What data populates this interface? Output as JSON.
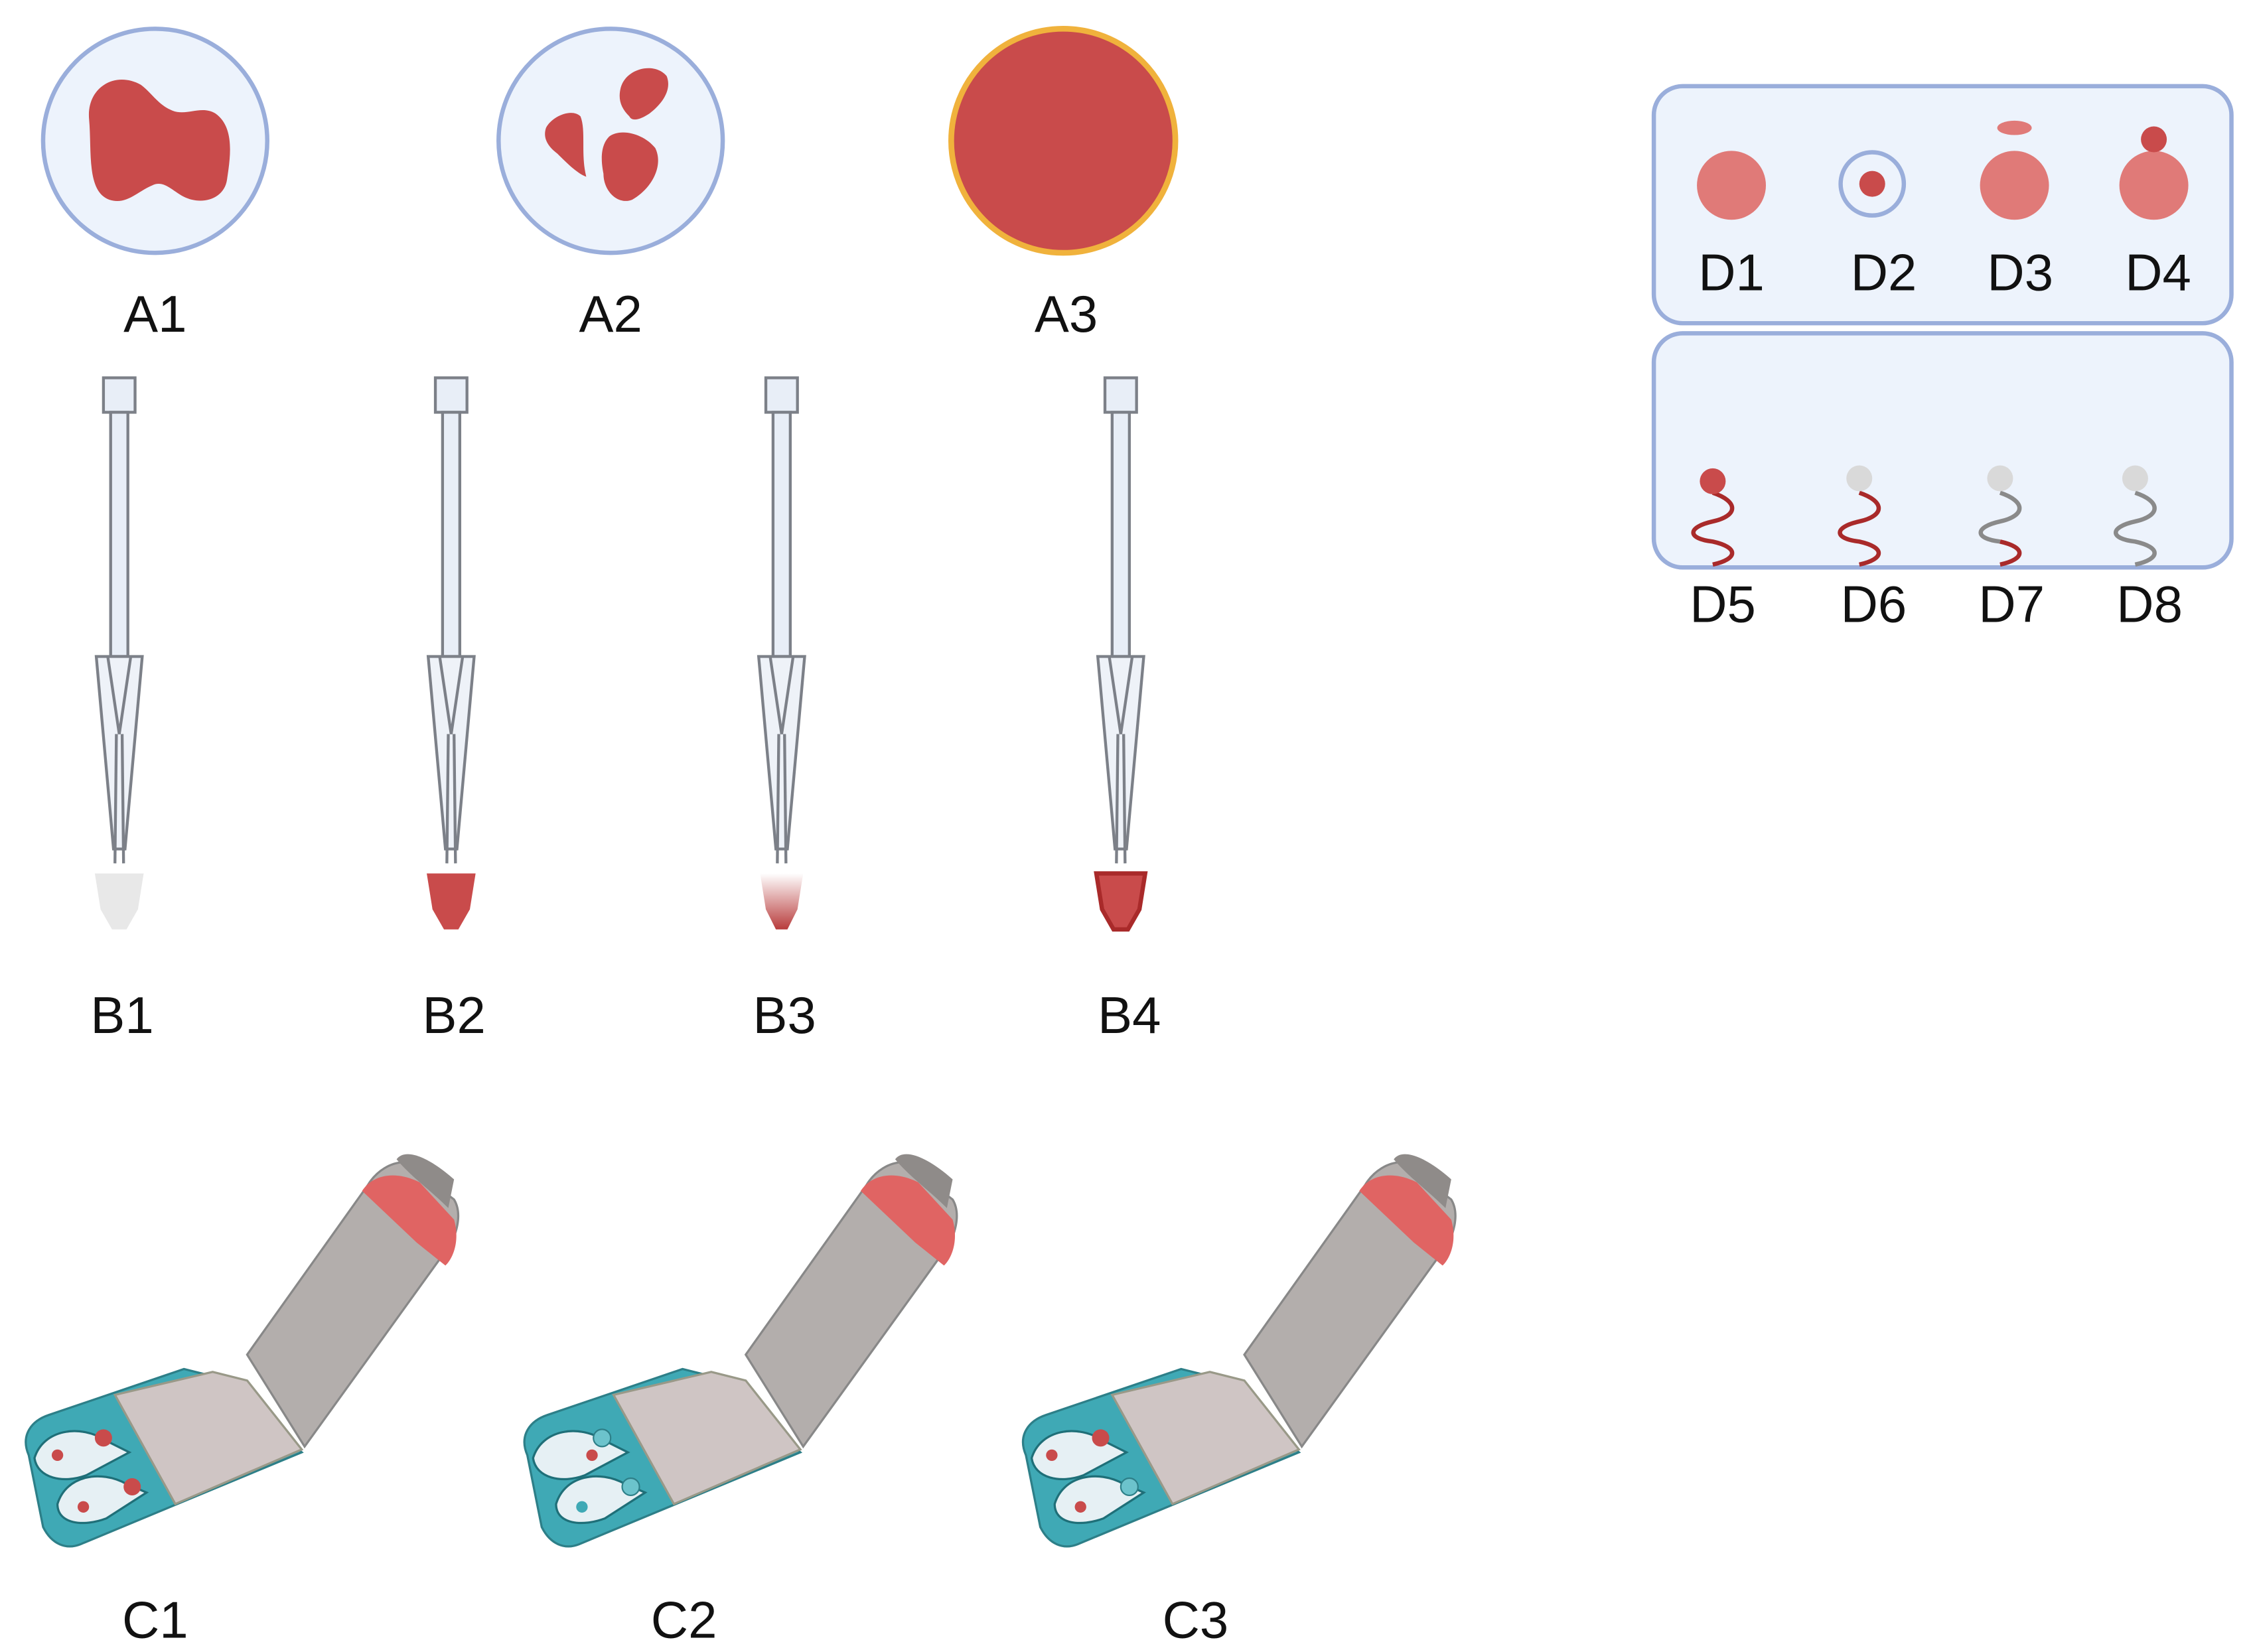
{
  "labels": {
    "a1": "A1",
    "a2": "A2",
    "a3": "A3",
    "b1": "B1",
    "b2": "B2",
    "b3": "B3",
    "b4": "B4",
    "c1": "C1",
    "c2": "C2",
    "c3": "C3",
    "d1": "D1",
    "d2": "D2",
    "d3": "D3",
    "d4": "D4",
    "d5": "D5",
    "d6": "D6",
    "d7": "D7",
    "d8": "D8"
  },
  "colors": {
    "blood_red": "#c94b4b",
    "dark_red": "#a92a2a",
    "light_red": "#e07a78",
    "cell_fill": "#edf3fc",
    "cell_border": "#9aaedb",
    "rbc_border": "#f0b23c",
    "tip_white": "#e8e8e8",
    "card_teal": "#3fa9b5",
    "card_grey": "#b3aeac",
    "card_pink": "#cfc5c4",
    "cap_red": "#e06463",
    "panel_fill": "#edf3fc",
    "panel_border": "#9aaedb"
  },
  "icons": {
    "a1": "white-blood-cell-icon",
    "a2": "neutrophil-icon",
    "a3": "red-blood-cell-icon",
    "b": "pipette-icon",
    "c": "blood-collection-card-icon",
    "d_top": "exosome-icon",
    "d_bottom": "rna-strand-icon"
  }
}
